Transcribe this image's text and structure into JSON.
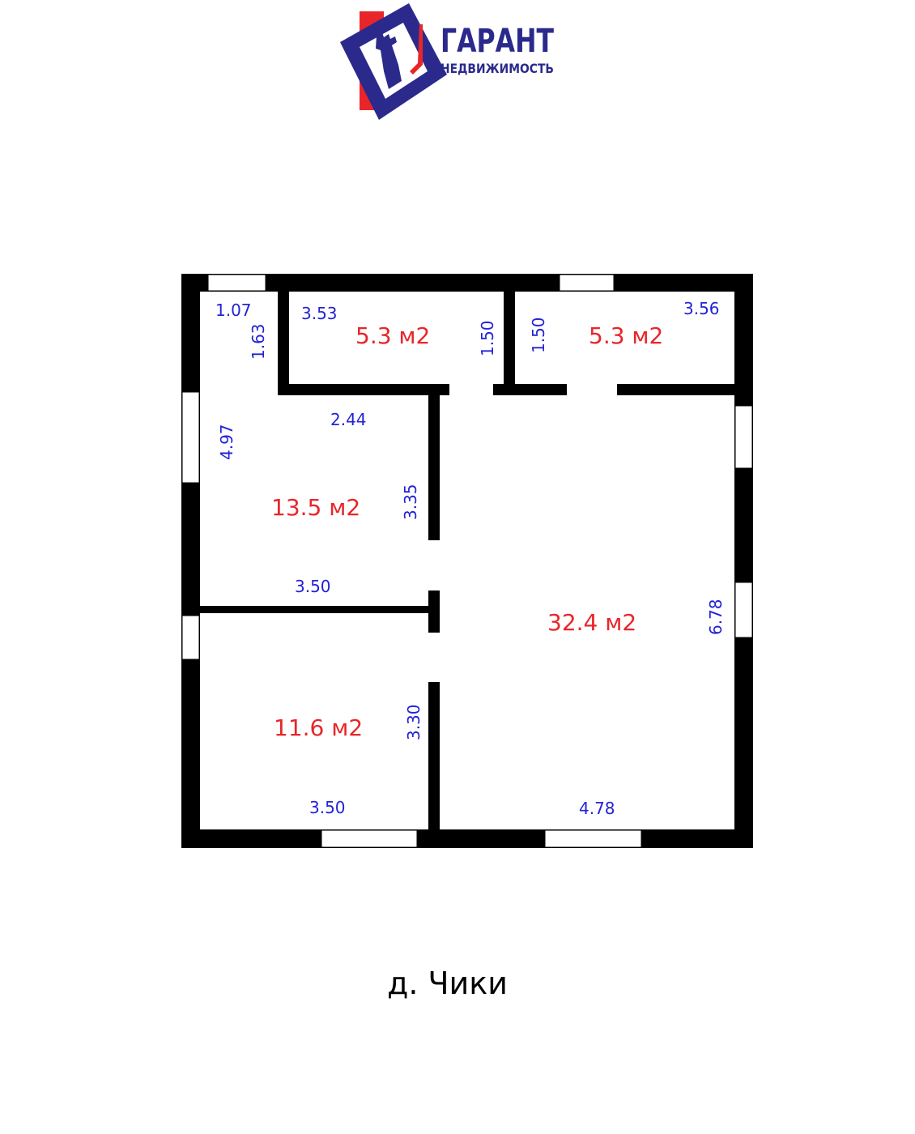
{
  "logo": {
    "brand": "ГАРАНТ",
    "tagline": "НЕДВИЖИМОСТЬ",
    "colors": {
      "primary": "#2b2a8c",
      "accent": "#e8262a"
    }
  },
  "plan": {
    "colors": {
      "wall": "#000000",
      "area_label": "#e8262a",
      "dimension_label": "#2323d6"
    },
    "rooms": [
      {
        "id": "corridor",
        "area": "5.3 м2",
        "dims": {
          "length": "3.53",
          "width": "1.50"
        }
      },
      {
        "id": "bathroom",
        "area": "5.3 м2",
        "dims": {
          "length": "3.56",
          "width": "1.50"
        }
      },
      {
        "id": "bedroom-1",
        "area": "13.5 м2",
        "dims": {
          "top": "2.44",
          "side": "4.97",
          "inner": "3.35",
          "bottom": "3.50"
        }
      },
      {
        "id": "bedroom-2",
        "area": "11.6 м2",
        "dims": {
          "side": "3.30",
          "bottom": "3.50"
        }
      },
      {
        "id": "living-room",
        "area": "32.4 м2",
        "dims": {
          "side": "6.78",
          "bottom": "4.78"
        }
      },
      {
        "id": "niche",
        "dims": {
          "top": "1.07",
          "side": "1.63"
        }
      }
    ]
  },
  "caption": "д. Чики"
}
